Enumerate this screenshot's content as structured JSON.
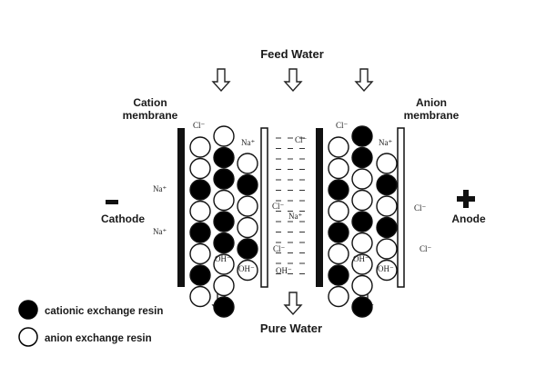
{
  "labels": {
    "feed_water": "Feed Water",
    "pure_water": "Pure Water",
    "cation_membrane": [
      "Cation",
      "membrane"
    ],
    "anion_membrane": [
      "Anion",
      "membrane"
    ],
    "cathode": "Cathode",
    "anode": "Anode",
    "cathode_sign": "−",
    "anode_sign": "+"
  },
  "ions": {
    "chloride": "Cl⁻",
    "sodium": "Na⁺",
    "hydroxide": "OH⁻",
    "water_symbol": "–"
  },
  "legend": [
    {
      "label": "cationic exchange resin",
      "fill": "#000000"
    },
    {
      "label": "anion exchange resin",
      "fill": "#ffffff"
    }
  ],
  "colors": {
    "ink": "#1a1a1a",
    "cation_resin": "#000000",
    "anion_resin": "#ffffff"
  }
}
